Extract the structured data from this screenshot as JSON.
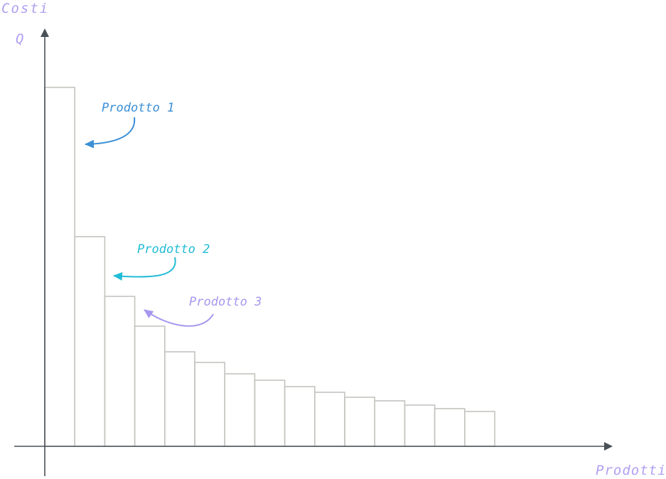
{
  "axis_labels": {
    "y_top": "Costi",
    "y_sub": "Q",
    "x": "Prodotti"
  },
  "annotations": [
    {
      "text": "Prodotto 1",
      "color": "#3b8fd6"
    },
    {
      "text": "Prodotto 2",
      "color": "#22bcd6"
    },
    {
      "text": "Prodotto 3",
      "color": "#a897ee"
    }
  ],
  "colors": {
    "axis": "#495057",
    "bar_stroke": "#c3c4bf",
    "axis_label": "#b19ff2"
  },
  "chart_data": {
    "type": "bar",
    "title": "",
    "xlabel": "Prodotti",
    "ylabel": "Costi",
    "values": [
      505,
      295,
      211,
      169,
      133,
      118,
      102,
      93,
      84,
      76,
      69,
      64,
      58,
      53,
      49
    ],
    "ylim": [
      0,
      550
    ]
  }
}
